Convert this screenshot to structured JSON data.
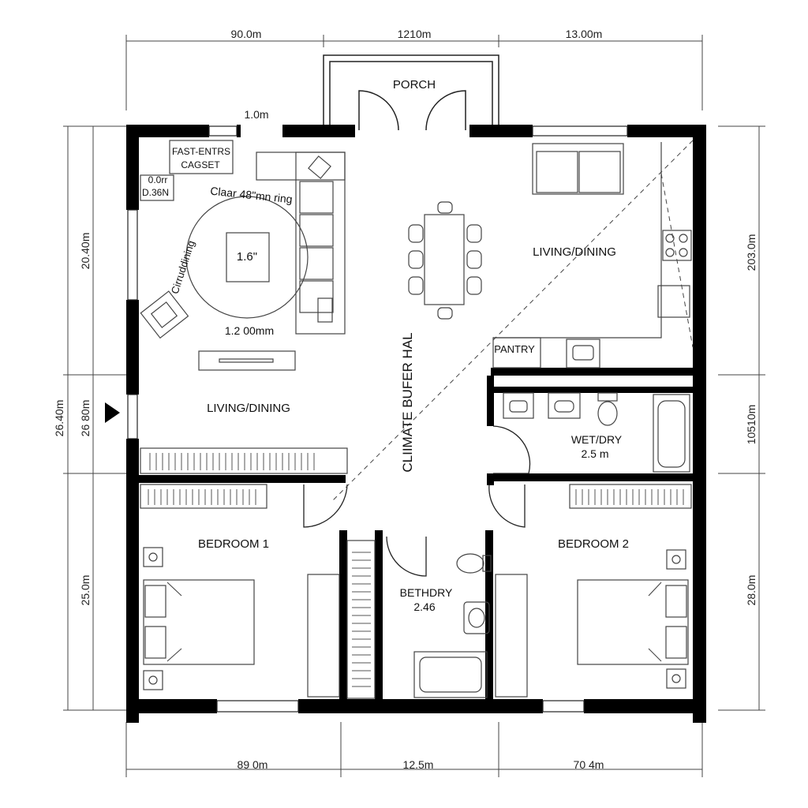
{
  "colors": {
    "wall": "#000000",
    "line": "#333333",
    "paper": "#ffffff"
  },
  "dimensions": {
    "top": [
      "90.0m",
      "1210m",
      "13.00m"
    ],
    "bottom": [
      "89 0m",
      "12.5m",
      "70 4m"
    ],
    "left": [
      "20.40m",
      "26.40m",
      "26 80m",
      "25.0m"
    ],
    "right": [
      "203.0m",
      "10510m",
      "28.0m"
    ],
    "entry_gap": "1.0m"
  },
  "rooms": {
    "porch": "PORCH",
    "living_dining_left": "LIVING/DINING",
    "living_dining_right": "LIVING/DINING",
    "pantry": "PANTRY",
    "hall": "CLIIMATE BUFER HAL",
    "wet_dry": {
      "name": "WET/DRY",
      "area": "2.5 m"
    },
    "bedroom_1": "BEDROOM 1",
    "bedroom_2": "BEDROOM 2",
    "bath": {
      "name": "BETHDRY",
      "area": "2.46"
    }
  },
  "annotations": {
    "closet_line1": "FAST-ENTRS",
    "closet_line2": "CAGSET",
    "note_line1": "0.0rr",
    "note_line2": "D.36N",
    "ring_top": "Claar 48\"mn ring",
    "ring_left": "Cirruddining",
    "table_size": "1.6\"",
    "ring_bottom": "1.2 00mm"
  }
}
